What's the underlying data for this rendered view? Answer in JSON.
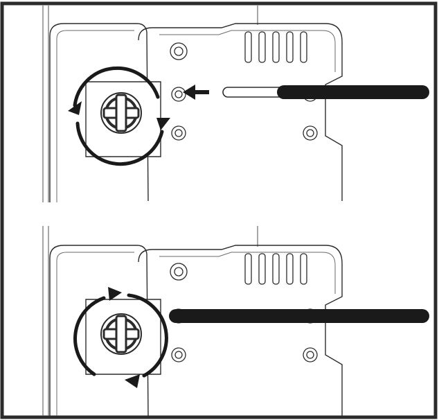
{
  "figure": {
    "panels": [
      {
        "id": "top",
        "step": "insert-probe"
      },
      {
        "id": "bottom",
        "step": "probe-inserted"
      }
    ],
    "colors": {
      "line": "#2b2b2b",
      "thin_line": "#6a6a6a",
      "fill": "#ffffff",
      "rod": "#1a1a1a"
    },
    "icons": [
      "screw-head-icon",
      "rotate-arrows-icon",
      "insert-arrow-icon",
      "probe-rod"
    ]
  }
}
